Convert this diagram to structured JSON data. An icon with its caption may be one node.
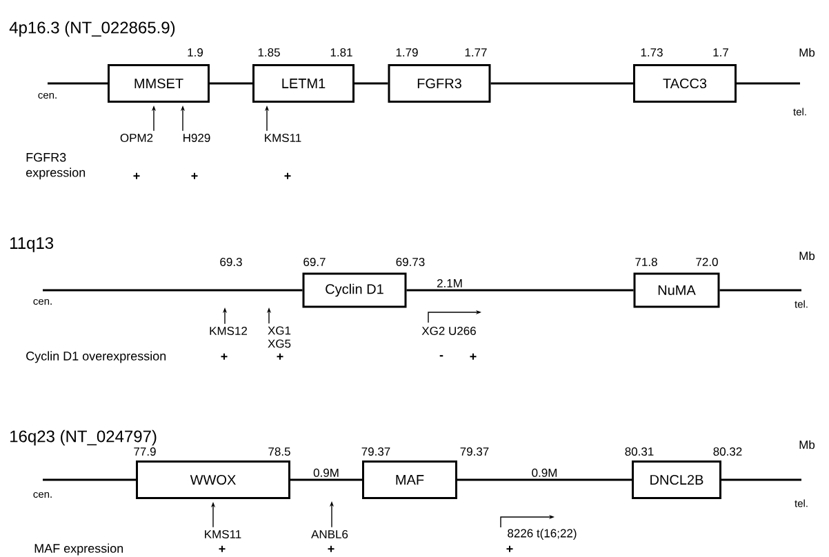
{
  "diagram": {
    "nodes": [
      {
        "text": [
          "MMSET"
        ],
        "beside": [
          "1.9"
        ]
      },
      {
        "text": [
          "LETM1"
        ],
        "beside": [
          "1.85",
          "1.81"
        ]
      },
      {
        "text": [
          "FGFR3"
        ],
        "beside": [
          "1.79",
          "1.77"
        ]
      },
      {
        "text": [
          "TACC3"
        ],
        "beside": [
          "1.73",
          "1.7"
        ]
      },
      {
        "text": [
          "OPM2"
        ]
      },
      {
        "text": [
          "H929"
        ]
      },
      {
        "text": [
          "KMS11"
        ]
      },
      {
        "text": [
          "Cyclin D1"
        ],
        "beside": [
          "69.7",
          "69.73"
        ]
      },
      {
        "text": [
          "NuMA"
        ],
        "beside": [
          "71.8",
          "72.0"
        ]
      },
      {
        "text": [
          "KMS12"
        ]
      },
      {
        "text": [
          "XG1 XG5"
        ]
      },
      {
        "text": [
          "XG2 U266"
        ]
      },
      {
        "text": [
          "WWOX"
        ],
        "beside": [
          "77.9",
          "78.5"
        ]
      },
      {
        "text": [
          "MAF"
        ],
        "beside": [
          "79.37",
          "79.37"
        ]
      },
      {
        "text": [
          "DNCL2B"
        ],
        "beside": [
          "80.31",
          "80.32"
        ]
      },
      {
        "text": [
          "KMS11"
        ]
      },
      {
        "text": [
          "ANBL6"
        ]
      },
      {
        "text": [
          "8226 t(16;22)"
        ]
      },
      {
        "text": [
          "cen."
        ]
      },
      {
        "text": [
          "tel."
        ]
      },
      {
        "text": [
          "cen."
        ]
      },
      {
        "text": [
          "tel."
        ]
      },
      {
        "text": [
          "cen."
        ]
      },
      {
        "text": [
          "tel."
        ]
      }
    ],
    "edges": [
      {
        "from": 0,
        "to": 1,
        "arrow": "none"
      },
      {
        "from": 1,
        "to": 2,
        "arrow": "none"
      },
      {
        "from": 2,
        "to": 3,
        "arrow": "none"
      },
      {
        "from": 7,
        "to": 8,
        "arrow": "none",
        "label": "2.1M"
      },
      {
        "from": 12,
        "to": 13,
        "arrow": "none",
        "label": "0.9M"
      },
      {
        "from": 13,
        "to": 14,
        "arrow": "none",
        "label": "0.9M"
      },
      {
        "from": 4,
        "to": 0,
        "arrow": "to"
      },
      {
        "from": 5,
        "to": 0,
        "arrow": "to"
      },
      {
        "from": 6,
        "to": 1,
        "arrow": "to"
      },
      {
        "from": 9,
        "to": null,
        "arrow": "to"
      },
      {
        "from": 10,
        "to": null,
        "arrow": "to"
      },
      {
        "from": 15,
        "to": 12,
        "arrow": "to"
      },
      {
        "from": 16,
        "to": null,
        "arrow": "to"
      },
      {
        "from": 18,
        "to": 0,
        "arrow": "none"
      },
      {
        "from": 3,
        "to": 19,
        "arrow": "none"
      },
      {
        "from": 20,
        "to": 7,
        "arrow": "none"
      },
      {
        "from": 8,
        "to": 21,
        "arrow": "none"
      },
      {
        "from": 22,
        "to": 12,
        "arrow": "none"
      },
      {
        "from": 14,
        "to": 23,
        "arrow": "none"
      }
    ],
    "labels": [
      "4p16.3 (NT_022865.9)",
      "Mb",
      "FGFR3 expression",
      "+",
      "+",
      "+",
      "11q13",
      "69.3",
      "Mb",
      "Cyclin D1 overexpression",
      "+",
      "+",
      "-",
      "+",
      "16q23 (NT_024797)",
      "Mb",
      "MAF expression",
      "+",
      "+",
      "+"
    ]
  }
}
